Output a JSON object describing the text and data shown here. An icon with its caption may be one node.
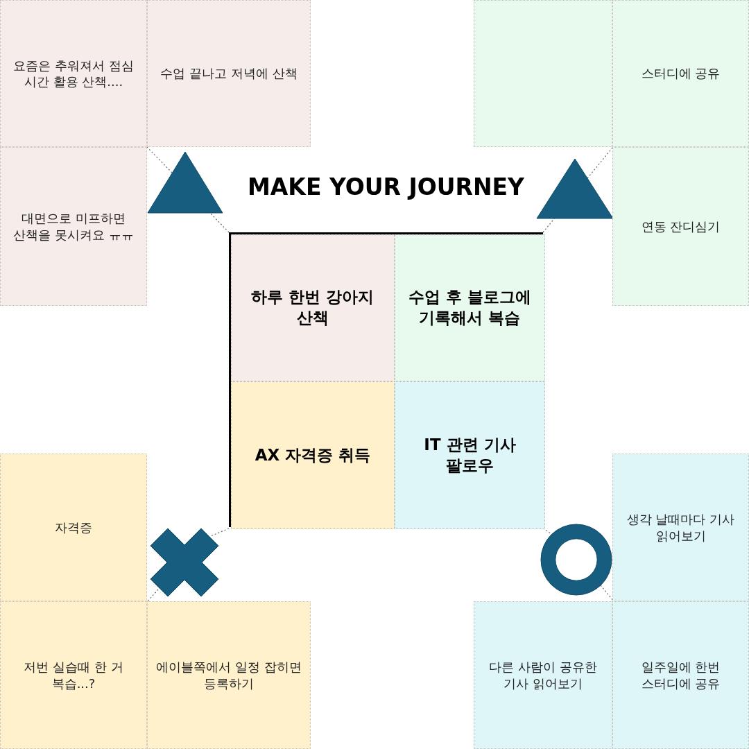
{
  "diagram": {
    "title": "MAKE YOUR JOURNEY",
    "nodes": [
      {
        "text": [
          "요즘은 추워져서 점심 시간 활용 산책...."
        ]
      },
      {
        "text": [
          "수업 끝나고 저녁에 산책"
        ]
      },
      {
        "text": [],
        "shape": "box"
      },
      {
        "text": [
          "스터디에 공유"
        ]
      },
      {
        "text": [
          "대면으로 미프하면 산책을 못시켜요 ㅠㅠ"
        ]
      },
      {
        "text": [],
        "shape": "triangle"
      },
      {
        "text": [],
        "shape": "triangle"
      },
      {
        "text": [
          "연동 잔디심기"
        ]
      },
      {
        "text": [],
        "shape": "box"
      },
      {
        "text": [
          "하루 한번 강아지 산책"
        ],
        "in": 8
      },
      {
        "text": [
          "수업 후 블로그에 기록해서 복습"
        ],
        "in": 8
      },
      {
        "text": [
          "AX 자격증 취득"
        ],
        "in": 8
      },
      {
        "text": [
          "IT 관련 기사 팔로우"
        ],
        "in": 8
      },
      {
        "text": [
          "자격증"
        ]
      },
      {
        "text": [
          "생각 날때마다 기사 읽어보기"
        ]
      },
      {
        "text": [],
        "shape": "cross"
      },
      {
        "text": [],
        "shape": "ring"
      },
      {
        "text": [
          "저번 실습때 한 거 복습...?"
        ]
      },
      {
        "text": [
          "에이블쪽에서 일정 잡히면 등록하기"
        ]
      },
      {
        "text": [
          "다른 사람이 공유한 기사 읽어보기"
        ]
      },
      {
        "text": [
          "일주일에 한번 스터디에 공유"
        ]
      }
    ],
    "edges": [
      {
        "from": 8,
        "to": 5,
        "arrow": "none",
        "style": "dashed"
      },
      {
        "from": 5,
        "to": 0,
        "arrow": "none",
        "style": "dashed"
      },
      {
        "from": 8,
        "to": 6,
        "arrow": "none",
        "style": "dashed"
      },
      {
        "from": 6,
        "to": 3,
        "arrow": "none",
        "style": "dashed"
      },
      {
        "from": 8,
        "to": 15,
        "arrow": "none",
        "style": "dashed"
      },
      {
        "from": 15,
        "to": 13,
        "arrow": "none",
        "style": "dashed"
      },
      {
        "from": 8,
        "to": 16,
        "arrow": "none",
        "style": "dashed"
      },
      {
        "from": 16,
        "to": 14,
        "arrow": "none",
        "style": "dashed"
      }
    ]
  }
}
